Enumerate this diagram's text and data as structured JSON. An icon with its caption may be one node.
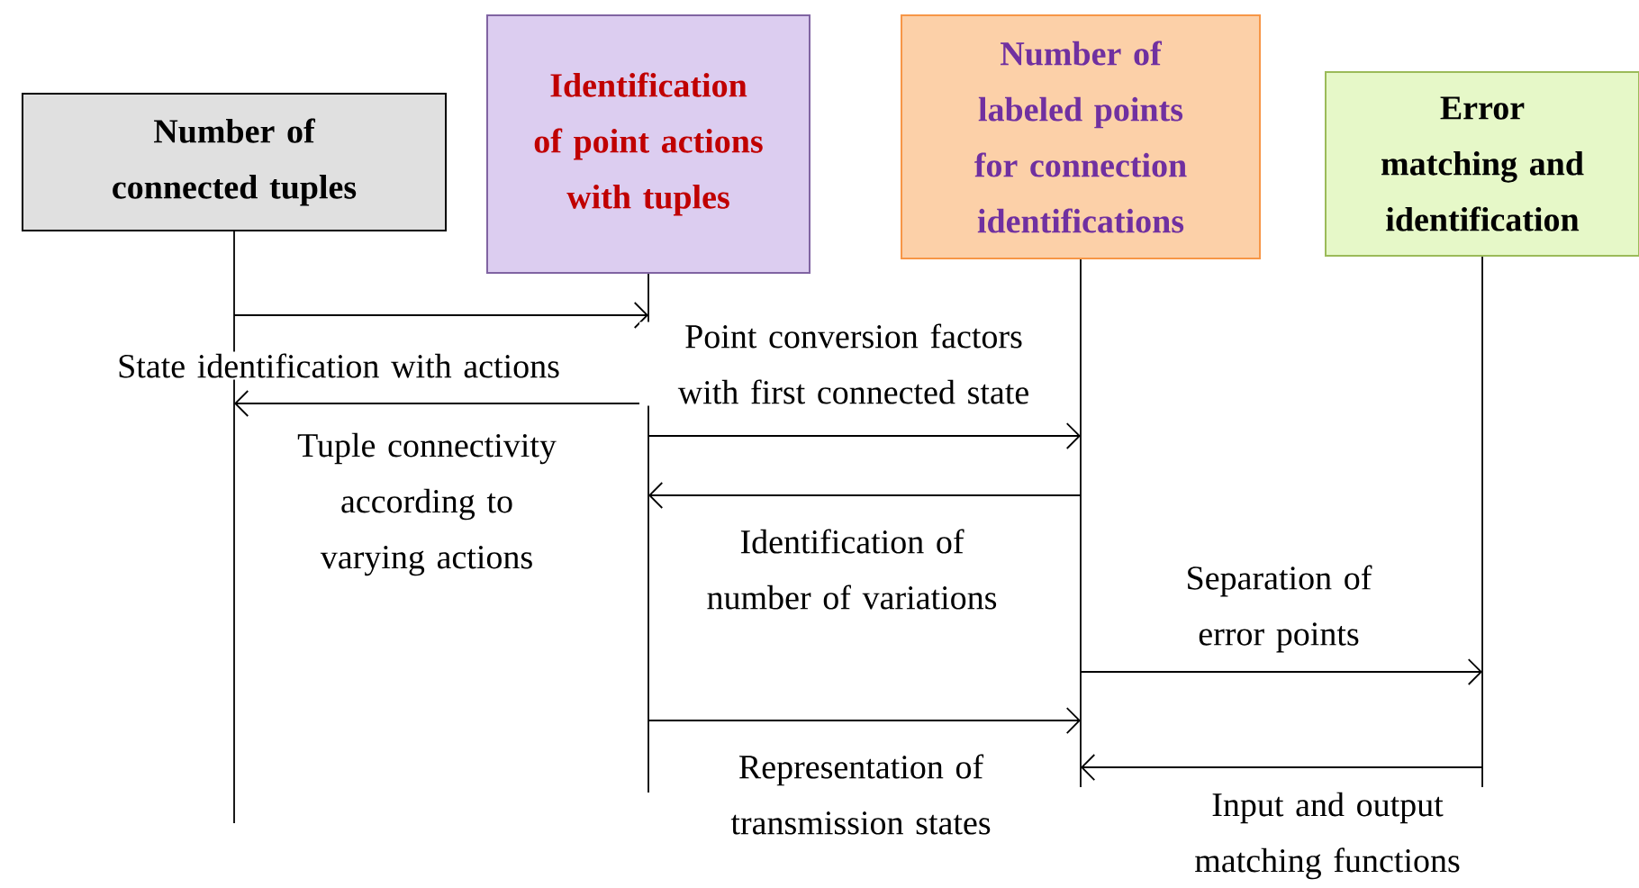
{
  "diagram": {
    "nodes": [
      {
        "text": [
          "Number of connected tuples"
        ]
      },
      {
        "text": [
          "Identification of point actions with tuples"
        ]
      },
      {
        "text": [
          "Number of labeled points for connection identifications"
        ]
      },
      {
        "text": [
          "Error matching and identification"
        ]
      }
    ],
    "edges": [
      {
        "from": 0,
        "to": 1,
        "arrow": "to",
        "label": "State identification with actions"
      },
      {
        "from": 1,
        "to": 0,
        "arrow": "to",
        "label": "Tuple connectivity according to varying actions"
      },
      {
        "from": 1,
        "to": 2,
        "arrow": "to",
        "label": "Point conversion factors with first connected state"
      },
      {
        "from": 2,
        "to": 1,
        "arrow": "to",
        "label": "Identification of number of variations"
      },
      {
        "from": 2,
        "to": 3,
        "arrow": "to",
        "label": "Separation of error points"
      },
      {
        "from": 1,
        "to": 2,
        "arrow": "to",
        "label": "Representation of transmission states"
      },
      {
        "from": 3,
        "to": 2,
        "arrow": "to",
        "label": "Input and output matching functions"
      }
    ]
  }
}
